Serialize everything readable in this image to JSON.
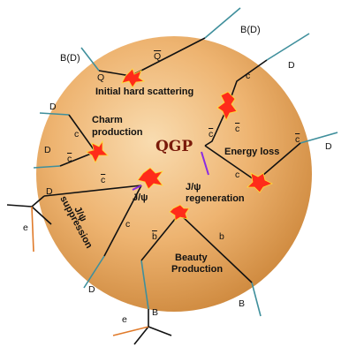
{
  "diagram": {
    "center_label": "QGP",
    "process_labels": {
      "initial_hard_scattering": "Initial hard scattering",
      "charm_production_line1": "Charm",
      "charm_production_line2": "production",
      "energy_loss": "Energy loss",
      "jpsi": "J/ψ",
      "jpsi_regeneration_line1": "J/ψ",
      "jpsi_regeneration_line2": "regeneration",
      "jpsi_suppression_line1": "J/ψ",
      "jpsi_suppression_line2": "suppression",
      "beauty_production_line1": "Beauty",
      "beauty_production_line2": "Production"
    },
    "particles": {
      "b_d_left": "B(D)",
      "b_d_right": "B(D)",
      "q": "Q",
      "qbar": "Q",
      "c": "c",
      "cbar": "c",
      "d": "D",
      "b": "b",
      "bbar": "b",
      "b_meson": "B",
      "e": "e"
    },
    "colors": {
      "fireball_light": "#f7d3a3",
      "fireball_mid": "#e6a05a",
      "fireball_dark": "#c77a33",
      "quark_line": "#111111",
      "hadron_line": "#3f8f9c",
      "jpsi_line": "#8a2be2",
      "electron_line": "#e07a2a",
      "flash": "#ff2b1a"
    }
  }
}
